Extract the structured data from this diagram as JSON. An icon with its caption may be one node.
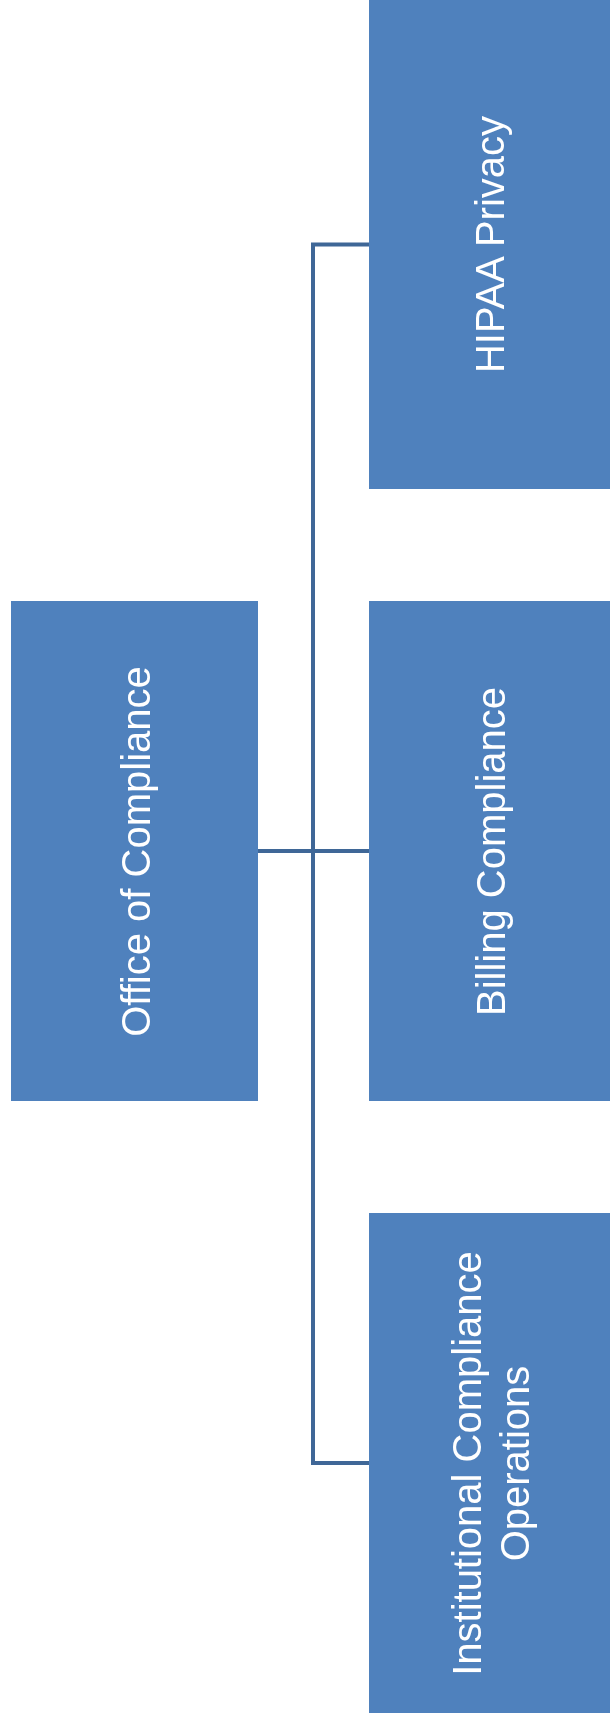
{
  "diagram": {
    "nodes": [
      {
        "text": [
          "Office of Compliance"
        ]
      },
      {
        "text": [
          "HIPAA Privacy"
        ]
      },
      {
        "text": [
          "Billing Compliance"
        ]
      },
      {
        "text": [
          "Institutional Compliance Operations"
        ]
      }
    ],
    "edges": [
      {
        "from": 0,
        "to": 1,
        "arrow": "none"
      },
      {
        "from": 0,
        "to": 2,
        "arrow": "none"
      },
      {
        "from": 0,
        "to": 3,
        "arrow": "none"
      }
    ]
  }
}
